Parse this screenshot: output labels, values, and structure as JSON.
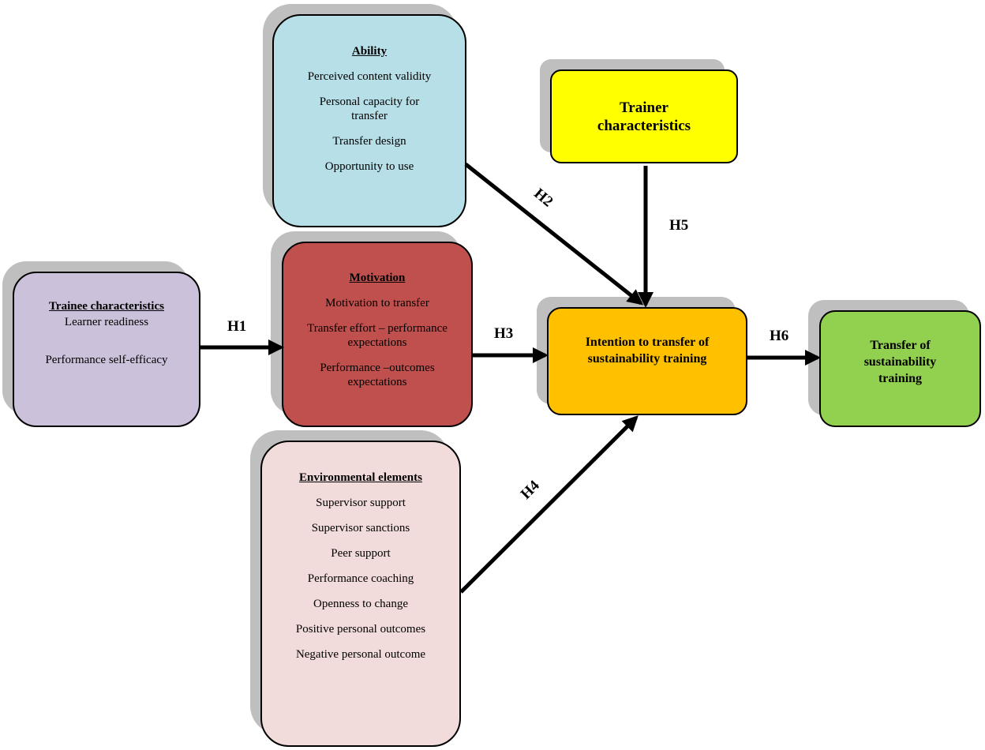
{
  "colors": {
    "ability": "#b7dfe8",
    "motivation": "#c0504d",
    "trainee": "#ccc1da",
    "trainer": "#ffff00",
    "intention": "#ffc000",
    "transfer": "#92d050",
    "environment": "#f2dcdb",
    "shadow": "#bfbfbf"
  },
  "ability": {
    "heading": "Ability",
    "items": [
      "Perceived content validity",
      "Personal capacity for transfer",
      "Transfer design",
      "Opportunity to use"
    ]
  },
  "trainer": {
    "title": "Trainer characteristics"
  },
  "trainee": {
    "heading": "Trainee characteristics",
    "items": [
      "Learner readiness",
      "Performance self-efficacy"
    ]
  },
  "motivation": {
    "heading": "Motivation",
    "items": [
      "Motivation to transfer",
      "Transfer effort – performance expectations",
      "Performance –outcomes expectations"
    ]
  },
  "intention": {
    "title": "Intention to transfer of sustainability training"
  },
  "transfer": {
    "title": "Transfer of sustainability training"
  },
  "environment": {
    "heading": "Environmental elements",
    "items": [
      "Supervisor support",
      "Supervisor sanctions",
      "Peer support",
      "Performance coaching",
      "Openness to change",
      "Positive personal outcomes",
      "Negative personal outcome"
    ]
  },
  "hypotheses": {
    "h1": "H1",
    "h2": "H2",
    "h3": "H3",
    "h4": "H4",
    "h5": "H5",
    "h6": "H6"
  }
}
